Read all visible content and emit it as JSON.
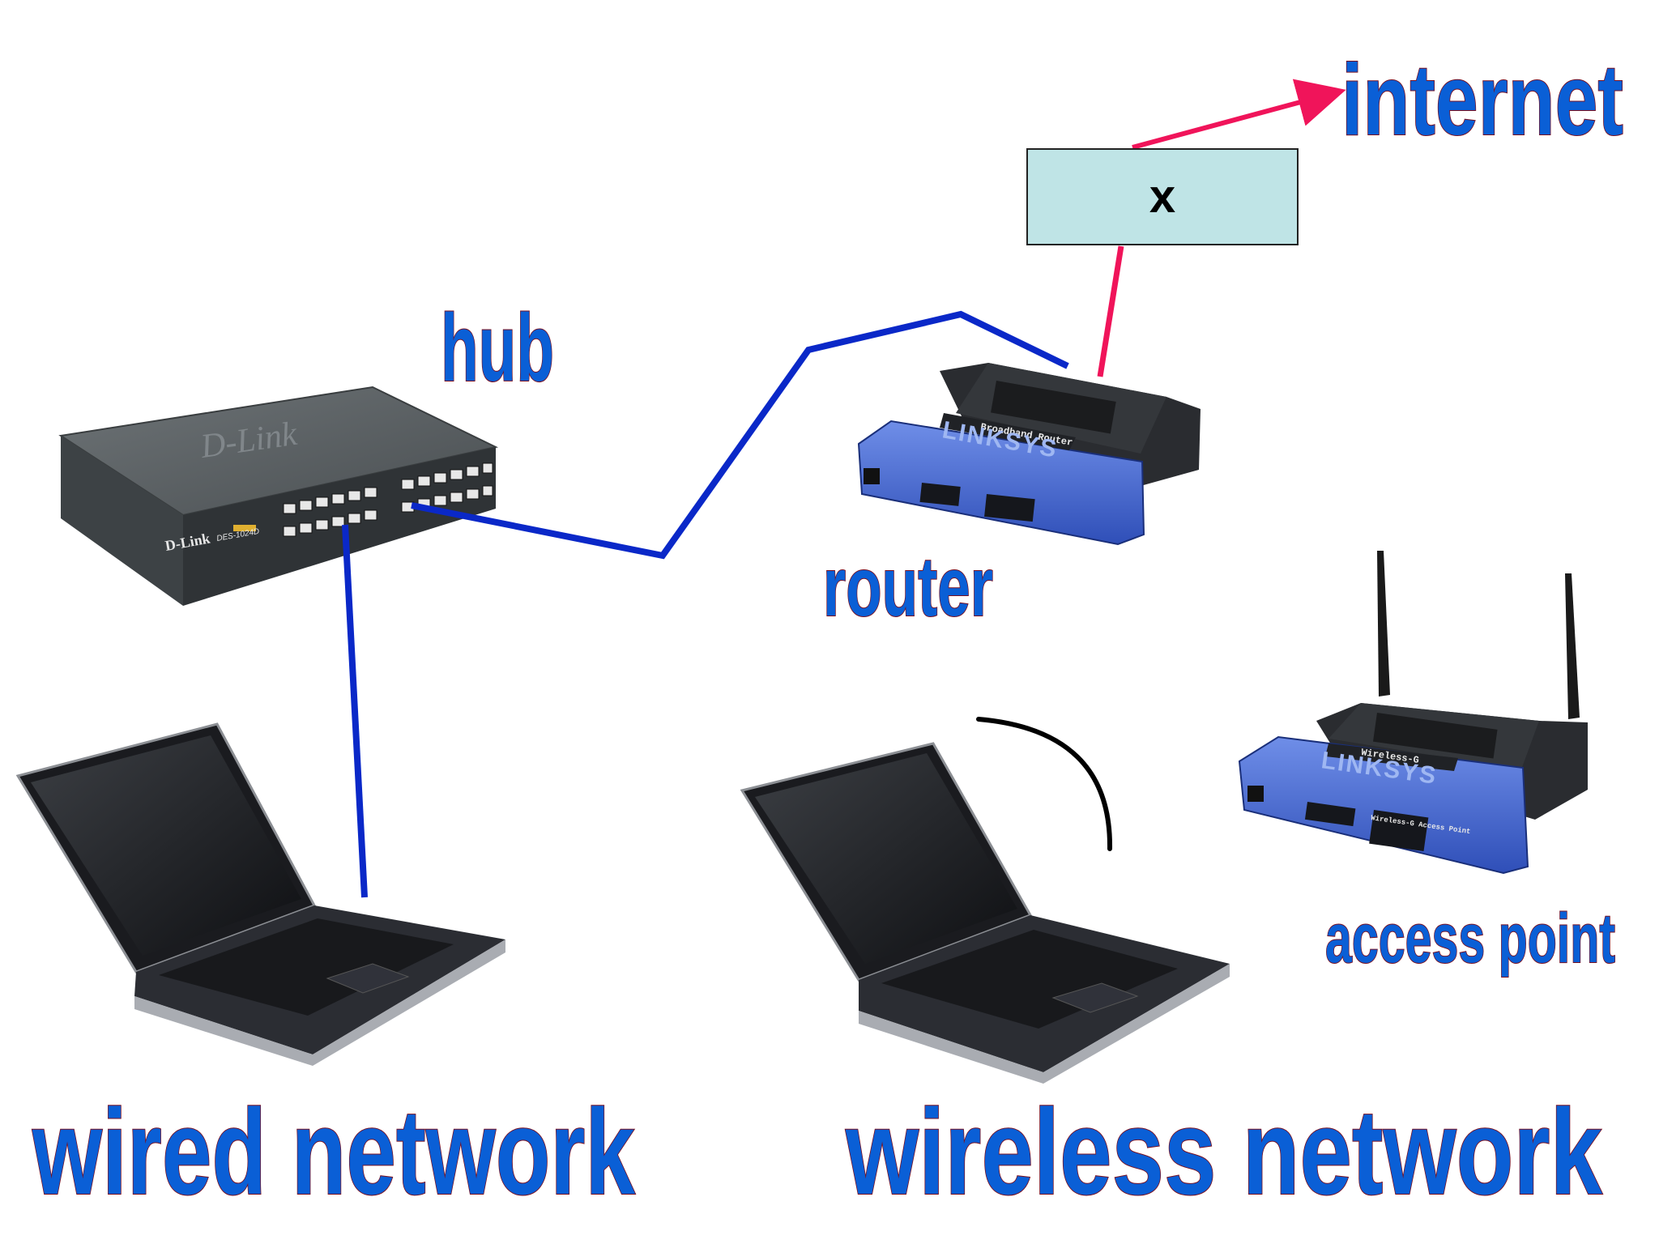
{
  "labels": {
    "internet": "internet",
    "x_box": "x",
    "hub": "hub",
    "router": "router",
    "access_point": "access point",
    "wired_network": "wired network",
    "wireless_network": "wireless network"
  },
  "devices": {
    "hub_brand": "D-Link",
    "hub_model": "DES-1024D",
    "router_brand": "LINKSYS",
    "router_caption": "Broadband Router",
    "ap_brand": "LINKSYS",
    "ap_caption": "Wireless-G",
    "ap_model": "Wireless-G Access Point"
  },
  "colors": {
    "cable": "#0a28c8",
    "uplink": "#f0145a",
    "box_fill": "#bfe4e6",
    "label_fill": "#0a5fd6",
    "label_outline": "#7a1020",
    "wireless_arc": "#000000"
  }
}
